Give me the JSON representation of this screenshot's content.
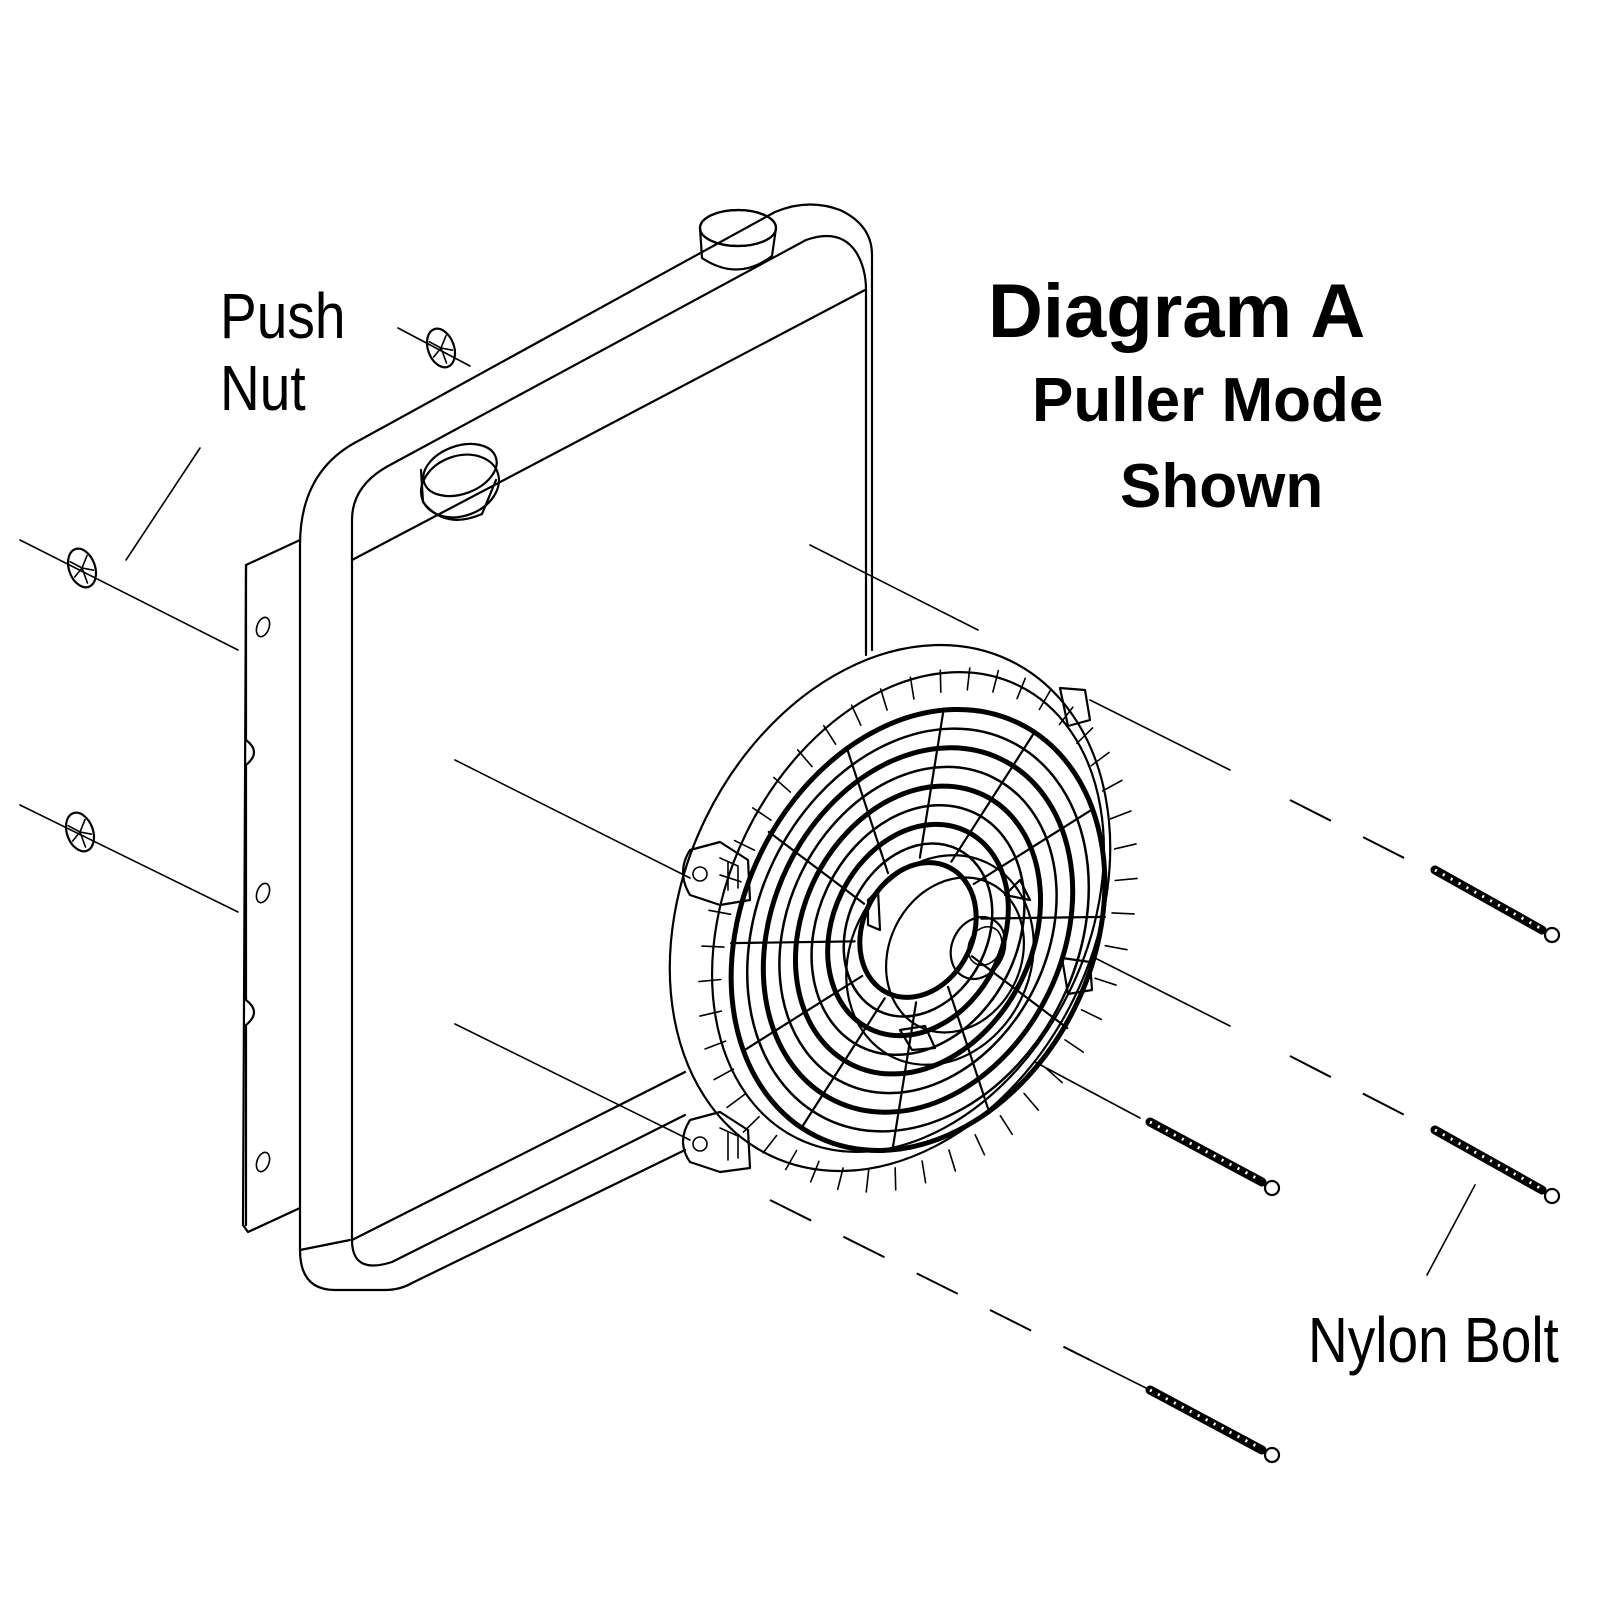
{
  "diagram": {
    "title": "Diagram A",
    "subtitle_line1": "Puller Mode",
    "subtitle_line2": "Shown",
    "labels": {
      "push_nut_line1": "Push",
      "push_nut_line2": "Nut",
      "nylon_bolt": "Nylon Bolt"
    },
    "parts": [
      "radiator",
      "radiator-cap",
      "filler-neck",
      "mounting-bracket",
      "electric-fan",
      "fan-shroud",
      "fan-motor",
      "push-nut",
      "nylon-bolt"
    ],
    "colors": {
      "ink": "#000000",
      "background": "#ffffff"
    }
  }
}
